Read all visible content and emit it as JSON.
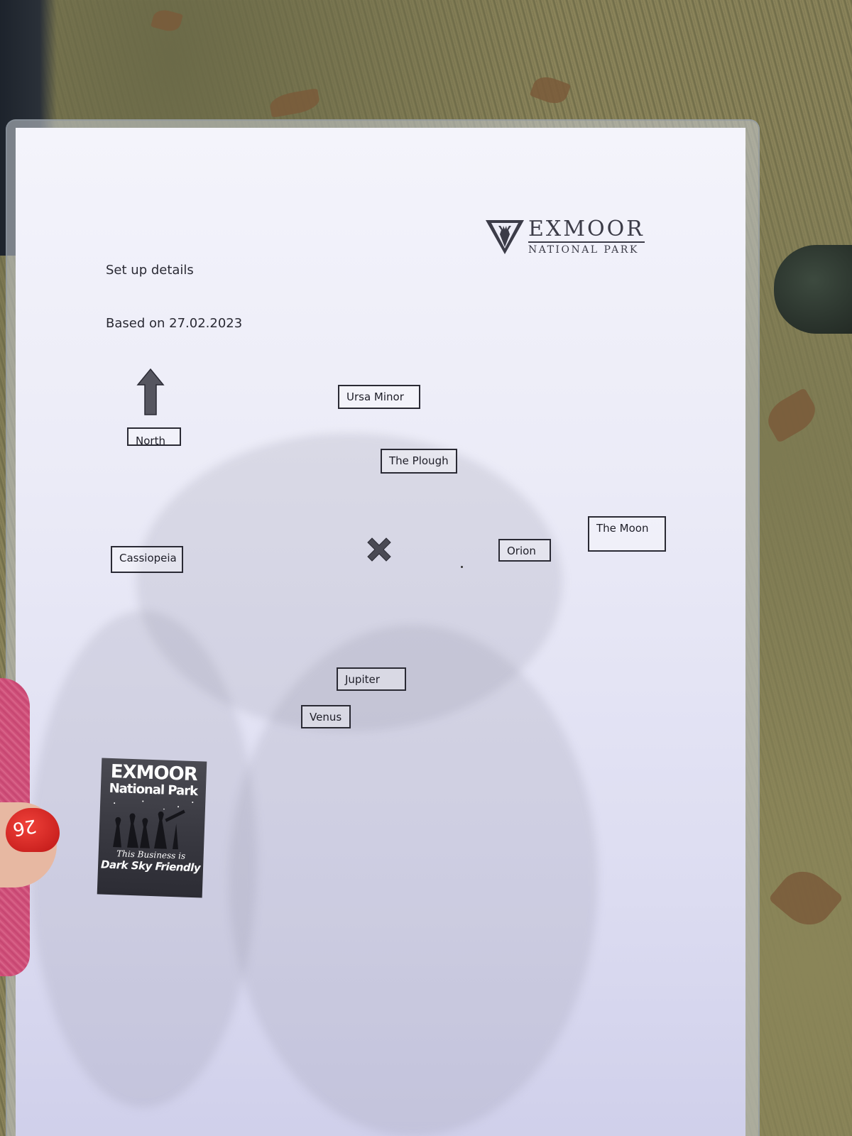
{
  "header": {
    "logo_word": "EXMOOR",
    "logo_sub": "NATIONAL PARK"
  },
  "document": {
    "heading": "Set up details",
    "date_line": "Based on 27.02.2023"
  },
  "sky_map": {
    "north_label": "North",
    "labels": {
      "ursa_minor": "Ursa Minor",
      "the_plough": "The Plough",
      "the_moon": "The Moon",
      "orion": "Orion",
      "cassiopeia": "Cassiopeia",
      "jupiter": "Jupiter",
      "venus": "Venus"
    }
  },
  "badge": {
    "title": "EXMOOR",
    "subtitle": "National Park",
    "line1": "This Business is",
    "line2": "Dark Sky Friendly"
  },
  "hand": {
    "nail_text": "26"
  },
  "colors": {
    "ink": "#2a2a34",
    "paper": "#ebebf7",
    "nail": "#e0302b",
    "grass": "#7f7a52"
  }
}
